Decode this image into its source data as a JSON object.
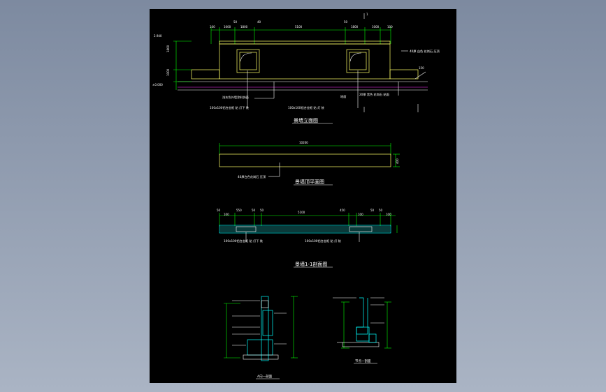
{
  "titles": {
    "elevation": "景墙立面图",
    "top_plan": "景墙顶平面图",
    "section_1_1": "景墙1-1剖面图",
    "detail_left": "A向一剖面",
    "detail_right": "节点一剖面"
  },
  "elevation_dims": {
    "d100a": "100",
    "d1000a": "1000",
    "d50a": "50",
    "d1800a": "1800",
    "d40": "40",
    "d5100": "5100",
    "d50b": "50",
    "d1800b": "1800",
    "d1000b": "1000",
    "d100b": "100",
    "lvl_top": "2.940",
    "lvl_base": "±0.000",
    "h1000": "1000",
    "h1800": "1800",
    "h150": "150"
  },
  "elevation_notes": {
    "top_right": "40厚 白色 花岗石 压顶",
    "paint": "浅灰色外墙涂料饰面",
    "window_left": "100x100铝合金框 贴 灯下 装",
    "window_right": "100x100铝合金框 贴 灯 装",
    "ground": "地面",
    "base_right": "20厚 黑色 花岗石 贴面"
  },
  "plan": {
    "dim_total": "10200",
    "dim_depth": "400",
    "note": "40厚白色花岗石 压顶"
  },
  "section_dims": [
    "50",
    "100",
    "550",
    "50",
    "50",
    "5100",
    "450",
    "100",
    "50",
    "50",
    "100"
  ],
  "section_notes": {
    "left": "100x100铝合金框 贴 灯下 装",
    "right": "100x100铝合金框 贴 灯 装"
  }
}
